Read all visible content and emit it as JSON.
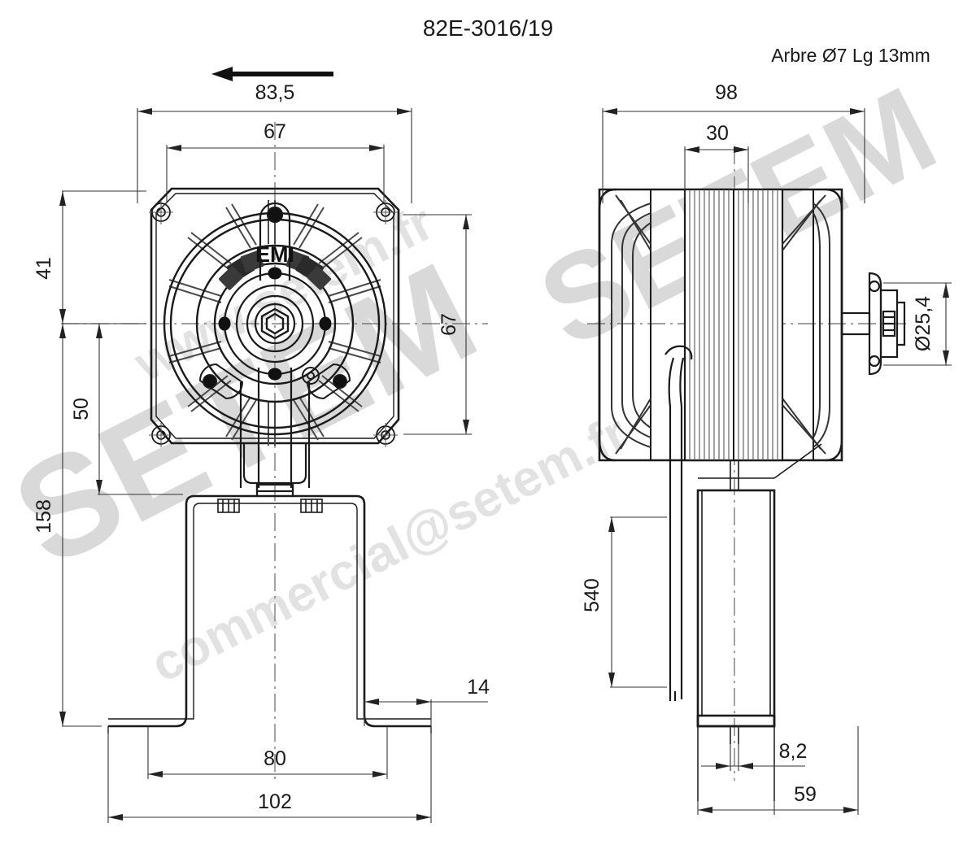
{
  "drawing": {
    "title": "82E-3016/19",
    "note_top_right": "Arbre Ø7 Lg 13mm",
    "nameplate": "EMI",
    "line_color": "#1a1a1a",
    "watermark_color": "#dcdcdc",
    "background_color": "#ffffff"
  },
  "watermarks": [
    {
      "text": "SETEM",
      "id": "wm-setem-left"
    },
    {
      "text": "SETEM",
      "id": "wm-setem-right"
    },
    {
      "text": "www.setem.fr",
      "id": "wm-url"
    },
    {
      "text": "commercial@setem.fr",
      "id": "wm-email"
    }
  ],
  "views": {
    "front": {
      "name": "front-view",
      "rotation_arrow": "left-arrow"
    },
    "side": {
      "name": "side-view"
    }
  },
  "dimensions": {
    "front": [
      {
        "id": "d-83-5",
        "label": "83,5",
        "orientation": "horizontal"
      },
      {
        "id": "d-67-h",
        "label": "67",
        "orientation": "horizontal"
      },
      {
        "id": "d-41",
        "label": "41",
        "orientation": "vertical"
      },
      {
        "id": "d-50",
        "label": "50",
        "orientation": "vertical"
      },
      {
        "id": "d-158",
        "label": "158",
        "orientation": "vertical"
      },
      {
        "id": "d-67-v",
        "label": "67",
        "orientation": "vertical"
      },
      {
        "id": "d-14",
        "label": "14",
        "orientation": "horizontal"
      },
      {
        "id": "d-80",
        "label": "80",
        "orientation": "horizontal"
      },
      {
        "id": "d-102",
        "label": "102",
        "orientation": "horizontal"
      }
    ],
    "side": [
      {
        "id": "d-98",
        "label": "98",
        "orientation": "horizontal"
      },
      {
        "id": "d-30",
        "label": "30",
        "orientation": "horizontal"
      },
      {
        "id": "d-25-4",
        "label": "Ø25,4",
        "orientation": "vertical"
      },
      {
        "id": "d-540",
        "label": "540",
        "orientation": "vertical"
      },
      {
        "id": "d-8-2",
        "label": "8,2",
        "orientation": "horizontal"
      },
      {
        "id": "d-59",
        "label": "59",
        "orientation": "horizontal"
      }
    ]
  }
}
